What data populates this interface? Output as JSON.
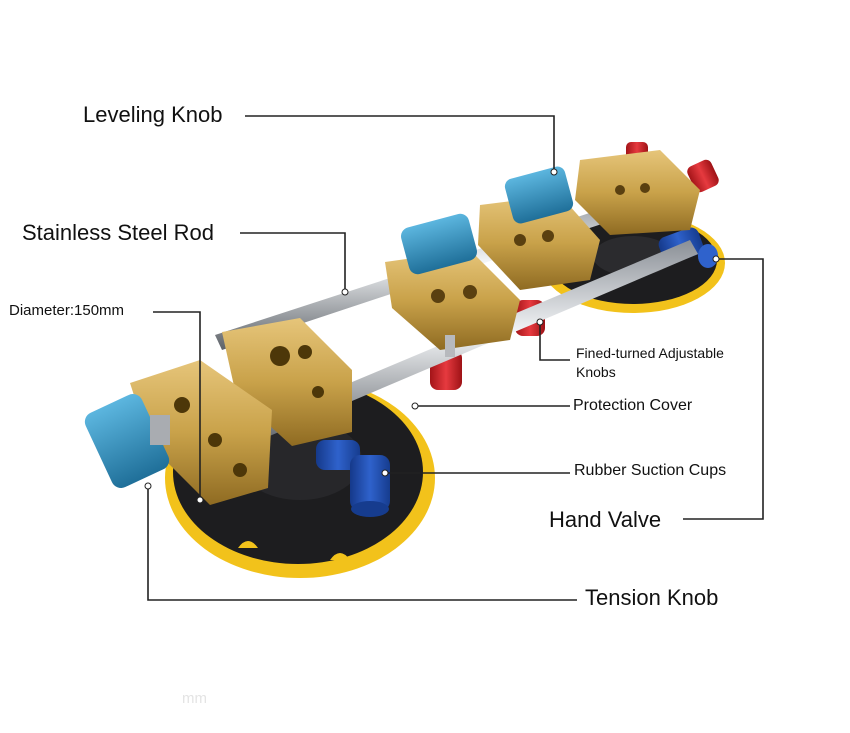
{
  "labels": {
    "leveling_knob": "Leveling Knob",
    "stainless_rod": "Stainless Steel Rod",
    "diameter": "Diameter:150mm",
    "fine_turned_line1": "Fined-turned Adjustable",
    "fine_turned_line2": "Knobs",
    "protection_cover": "Protection Cover",
    "rubber_cups": "Rubber Suction Cups",
    "hand_valve": "Hand Valve",
    "tension_knob": "Tension Knob",
    "faint_mark": "mm"
  },
  "colors": {
    "brass": "#c9a24a",
    "brass_dark": "#8f6b22",
    "blue_knob": "#2f8fbf",
    "yellow_rim": "#f2c21b",
    "cup_black": "#1d1d1f",
    "steel": "#c8ccd2",
    "valve_blue": "#1f4fae",
    "red_tip": "#d8262b",
    "leader": "#222222"
  },
  "icons": [
    "suction-seam-setter"
  ]
}
